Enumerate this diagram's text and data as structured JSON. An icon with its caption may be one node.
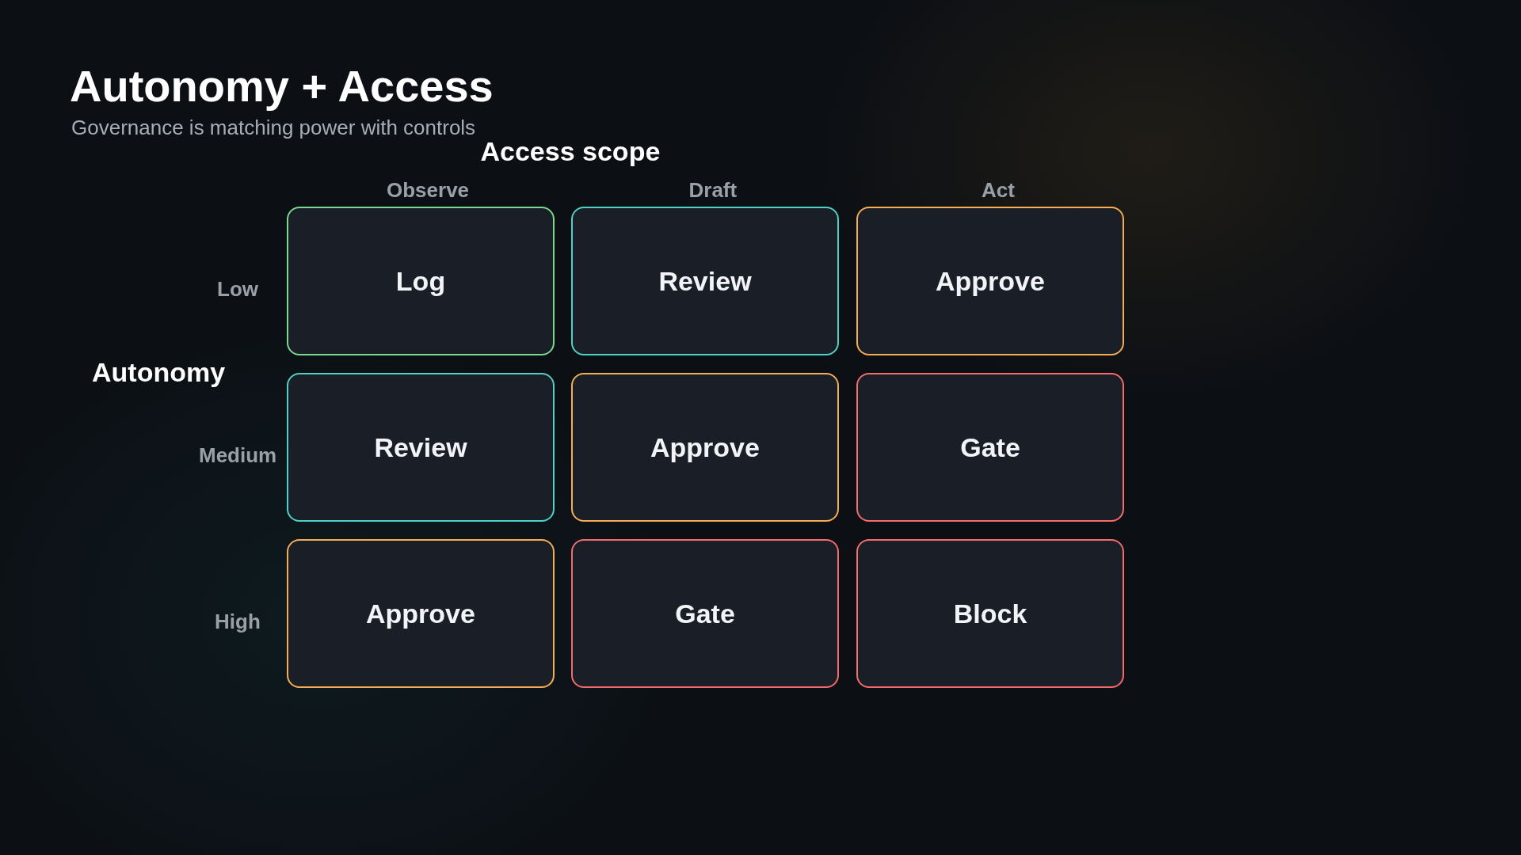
{
  "diagram": {
    "title": "Autonomy + Access",
    "caption": "Governance is matching power with controls",
    "nodes": [
      {
        "text": [
          "Log"
        ]
      },
      {
        "text": [
          "Review"
        ]
      },
      {
        "text": [
          "Approve"
        ]
      },
      {
        "text": [
          "Review"
        ]
      },
      {
        "text": [
          "Approve"
        ]
      },
      {
        "text": [
          "Gate"
        ]
      },
      {
        "text": [
          "Approve"
        ]
      },
      {
        "text": [
          "Gate"
        ]
      },
      {
        "text": [
          "Block"
        ]
      }
    ],
    "labels": [
      "Access scope",
      "Observe",
      "Draft",
      "Act",
      "Low",
      "Autonomy",
      "Medium",
      "High"
    ]
  }
}
